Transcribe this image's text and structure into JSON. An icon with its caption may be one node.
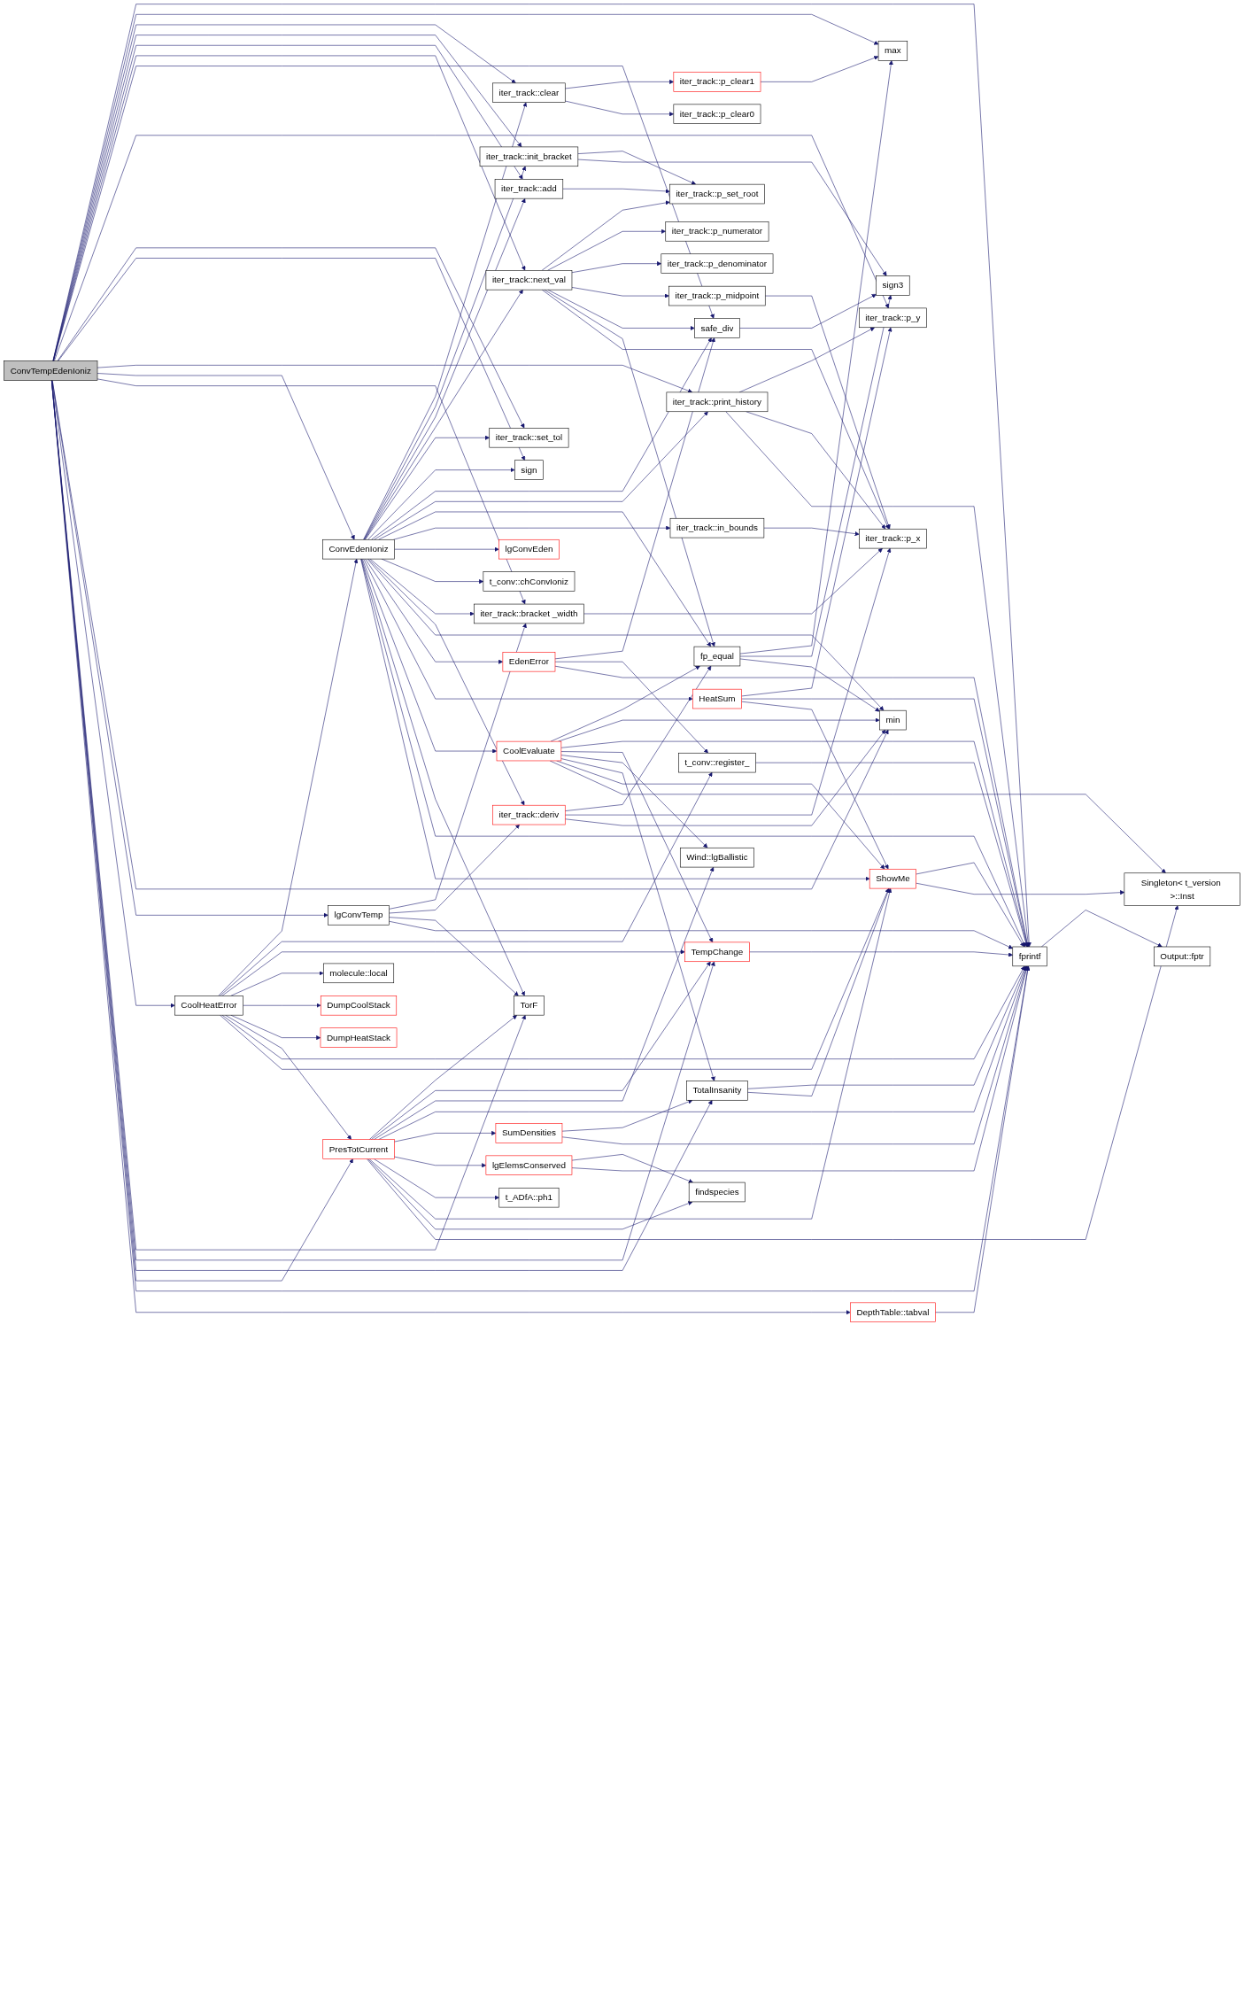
{
  "diagram": {
    "nodes": [
      {
        "text": [
          "ConvTempEdenIoniz"
        ]
      },
      {
        "text": [
          "ConvEdenIoniz"
        ]
      },
      {
        "text": [
          "lgConvTemp"
        ]
      },
      {
        "text": [
          "CoolHeatError"
        ]
      },
      {
        "text": [
          "PresTotCurrent"
        ]
      },
      {
        "text": [
          "DepthTable::tabval"
        ]
      },
      {
        "text": [
          "iter_track::clear"
        ]
      },
      {
        "text": [
          "iter_track::init_bracket"
        ]
      },
      {
        "text": [
          "iter_track::add"
        ]
      },
      {
        "text": [
          "iter_track::next_val"
        ]
      },
      {
        "text": [
          "iter_track::set_tol"
        ]
      },
      {
        "text": [
          "sign"
        ]
      },
      {
        "text": [
          "iter_track::print_history"
        ]
      },
      {
        "text": [
          "lgConvEden"
        ]
      },
      {
        "text": [
          "t_conv::chConvIoniz"
        ]
      },
      {
        "text": [
          "iter_track::bracket _width"
        ]
      },
      {
        "text": [
          "iter_track::deriv"
        ]
      },
      {
        "text": [
          "EdenError"
        ]
      },
      {
        "text": [
          "HeatSum"
        ]
      },
      {
        "text": [
          "CoolEvaluate"
        ]
      },
      {
        "text": [
          "molecule::local"
        ]
      },
      {
        "text": [
          "DumpCoolStack"
        ]
      },
      {
        "text": [
          "DumpHeatStack"
        ]
      },
      {
        "text": [
          "TorF"
        ]
      },
      {
        "text": [
          "SumDensities"
        ]
      },
      {
        "text": [
          "lgElemsConserved"
        ]
      },
      {
        "text": [
          "t_ADfA::ph1"
        ]
      },
      {
        "text": [
          "iter_track::p_clear1"
        ]
      },
      {
        "text": [
          "iter_track::p_clear0"
        ]
      },
      {
        "text": [
          "iter_track::p_set_root"
        ]
      },
      {
        "text": [
          "iter_track::p_numerator"
        ]
      },
      {
        "text": [
          "iter_track::p_denominator"
        ]
      },
      {
        "text": [
          "iter_track::p_midpoint"
        ]
      },
      {
        "text": [
          "safe_div"
        ]
      },
      {
        "text": [
          "iter_track::p_y"
        ]
      },
      {
        "text": [
          "fp_equal"
        ]
      },
      {
        "text": [
          "iter_track::in_bounds"
        ]
      },
      {
        "text": [
          "t_conv::register_"
        ]
      },
      {
        "text": [
          "TempChange"
        ]
      },
      {
        "text": [
          "Wind::lgBallistic"
        ]
      },
      {
        "text": [
          "TotalInsanity"
        ]
      },
      {
        "text": [
          "findspecies"
        ]
      },
      {
        "text": [
          "max"
        ]
      },
      {
        "text": [
          "sign3"
        ]
      },
      {
        "text": [
          "iter_track::p_x"
        ]
      },
      {
        "text": [
          "min"
        ]
      },
      {
        "text": [
          "ShowMe"
        ]
      },
      {
        "text": [
          "fprintf"
        ]
      },
      {
        "text": [
          "Singleton< t_version >::Inst"
        ]
      },
      {
        "text": [
          "Output::fptr"
        ]
      }
    ],
    "edges": [
      {
        "from": 0,
        "to": 47,
        "arrow": "to"
      },
      {
        "from": 0,
        "to": 42,
        "arrow": "to"
      },
      {
        "from": 0,
        "to": 6,
        "arrow": "to"
      },
      {
        "from": 0,
        "to": 7,
        "arrow": "to"
      },
      {
        "from": 0,
        "to": 8,
        "arrow": "to"
      },
      {
        "from": 0,
        "to": 9,
        "arrow": "to"
      },
      {
        "from": 0,
        "to": 33,
        "arrow": "to"
      },
      {
        "from": 0,
        "to": 34,
        "arrow": "to"
      },
      {
        "from": 0,
        "to": 10,
        "arrow": "to"
      },
      {
        "from": 0,
        "to": 11,
        "arrow": "to"
      },
      {
        "from": 0,
        "to": 12,
        "arrow": "to"
      },
      {
        "from": 0,
        "to": 1,
        "arrow": "to"
      },
      {
        "from": 0,
        "to": 15,
        "arrow": "to"
      },
      {
        "from": 0,
        "to": 45,
        "arrow": "to"
      },
      {
        "from": 0,
        "to": 2,
        "arrow": "to"
      },
      {
        "from": 0,
        "to": 3,
        "arrow": "to"
      },
      {
        "from": 0,
        "to": 23,
        "arrow": "to"
      },
      {
        "from": 0,
        "to": 38,
        "arrow": "to"
      },
      {
        "from": 0,
        "to": 40,
        "arrow": "to"
      },
      {
        "from": 0,
        "to": 4,
        "arrow": "to"
      },
      {
        "from": 0,
        "to": 47,
        "arrow": "to"
      },
      {
        "from": 0,
        "to": 5,
        "arrow": "to"
      },
      {
        "from": 1,
        "to": 6,
        "arrow": "to"
      },
      {
        "from": 1,
        "to": 7,
        "arrow": "to"
      },
      {
        "from": 1,
        "to": 8,
        "arrow": "to"
      },
      {
        "from": 1,
        "to": 9,
        "arrow": "to"
      },
      {
        "from": 1,
        "to": 10,
        "arrow": "to"
      },
      {
        "from": 1,
        "to": 11,
        "arrow": "to"
      },
      {
        "from": 1,
        "to": 33,
        "arrow": "to"
      },
      {
        "from": 1,
        "to": 12,
        "arrow": "to"
      },
      {
        "from": 1,
        "to": 35,
        "arrow": "to"
      },
      {
        "from": 1,
        "to": 36,
        "arrow": "to"
      },
      {
        "from": 1,
        "to": 13,
        "arrow": "to"
      },
      {
        "from": 1,
        "to": 14,
        "arrow": "to"
      },
      {
        "from": 1,
        "to": 15,
        "arrow": "to"
      },
      {
        "from": 1,
        "to": 16,
        "arrow": "to"
      },
      {
        "from": 1,
        "to": 45,
        "arrow": "to"
      },
      {
        "from": 1,
        "to": 17,
        "arrow": "to"
      },
      {
        "from": 1,
        "to": 18,
        "arrow": "to"
      },
      {
        "from": 1,
        "to": 19,
        "arrow": "to"
      },
      {
        "from": 1,
        "to": 23,
        "arrow": "to"
      },
      {
        "from": 1,
        "to": 47,
        "arrow": "to"
      },
      {
        "from": 1,
        "to": 46,
        "arrow": "to"
      },
      {
        "from": 2,
        "to": 15,
        "arrow": "to"
      },
      {
        "from": 2,
        "to": 16,
        "arrow": "to"
      },
      {
        "from": 2,
        "to": 23,
        "arrow": "to"
      },
      {
        "from": 2,
        "to": 47,
        "arrow": "to"
      },
      {
        "from": 3,
        "to": 1,
        "arrow": "to"
      },
      {
        "from": 3,
        "to": 37,
        "arrow": "to"
      },
      {
        "from": 3,
        "to": 38,
        "arrow": "to"
      },
      {
        "from": 3,
        "to": 20,
        "arrow": "to"
      },
      {
        "from": 3,
        "to": 21,
        "arrow": "to"
      },
      {
        "from": 3,
        "to": 22,
        "arrow": "to"
      },
      {
        "from": 3,
        "to": 4,
        "arrow": "to"
      },
      {
        "from": 3,
        "to": 47,
        "arrow": "to"
      },
      {
        "from": 3,
        "to": 46,
        "arrow": "to"
      },
      {
        "from": 4,
        "to": 23,
        "arrow": "to"
      },
      {
        "from": 4,
        "to": 38,
        "arrow": "to"
      },
      {
        "from": 4,
        "to": 39,
        "arrow": "to"
      },
      {
        "from": 4,
        "to": 47,
        "arrow": "to"
      },
      {
        "from": 4,
        "to": 24,
        "arrow": "to"
      },
      {
        "from": 4,
        "to": 25,
        "arrow": "to"
      },
      {
        "from": 4,
        "to": 26,
        "arrow": "to"
      },
      {
        "from": 4,
        "to": 46,
        "arrow": "to"
      },
      {
        "from": 4,
        "to": 41,
        "arrow": "to"
      },
      {
        "from": 4,
        "to": 48,
        "arrow": "to"
      },
      {
        "from": 5,
        "to": 47,
        "arrow": "to"
      },
      {
        "from": 6,
        "to": 27,
        "arrow": "to"
      },
      {
        "from": 6,
        "to": 28,
        "arrow": "to"
      },
      {
        "from": 27,
        "to": 42,
        "arrow": "to"
      },
      {
        "from": 7,
        "to": 29,
        "arrow": "to"
      },
      {
        "from": 7,
        "to": 43,
        "arrow": "to"
      },
      {
        "from": 8,
        "to": 29,
        "arrow": "to"
      },
      {
        "from": 9,
        "to": 29,
        "arrow": "to"
      },
      {
        "from": 9,
        "to": 30,
        "arrow": "to"
      },
      {
        "from": 9,
        "to": 31,
        "arrow": "to"
      },
      {
        "from": 9,
        "to": 32,
        "arrow": "to"
      },
      {
        "from": 9,
        "to": 33,
        "arrow": "to"
      },
      {
        "from": 9,
        "to": 35,
        "arrow": "to"
      },
      {
        "from": 9,
        "to": 44,
        "arrow": "to"
      },
      {
        "from": 12,
        "to": 34,
        "arrow": "to"
      },
      {
        "from": 12,
        "to": 44,
        "arrow": "to"
      },
      {
        "from": 12,
        "to": 47,
        "arrow": "to"
      },
      {
        "from": 15,
        "to": 44,
        "arrow": "to"
      },
      {
        "from": 16,
        "to": 35,
        "arrow": "to"
      },
      {
        "from": 16,
        "to": 44,
        "arrow": "to"
      },
      {
        "from": 16,
        "to": 45,
        "arrow": "to"
      },
      {
        "from": 17,
        "to": 33,
        "arrow": "to"
      },
      {
        "from": 17,
        "to": 37,
        "arrow": "to"
      },
      {
        "from": 17,
        "to": 47,
        "arrow": "to"
      },
      {
        "from": 18,
        "to": 34,
        "arrow": "to"
      },
      {
        "from": 18,
        "to": 47,
        "arrow": "to"
      },
      {
        "from": 18,
        "to": 46,
        "arrow": "to"
      },
      {
        "from": 19,
        "to": 35,
        "arrow": "to"
      },
      {
        "from": 19,
        "to": 45,
        "arrow": "to"
      },
      {
        "from": 19,
        "to": 47,
        "arrow": "to"
      },
      {
        "from": 19,
        "to": 38,
        "arrow": "to"
      },
      {
        "from": 19,
        "to": 39,
        "arrow": "to"
      },
      {
        "from": 19,
        "to": 40,
        "arrow": "to"
      },
      {
        "from": 19,
        "to": 46,
        "arrow": "to"
      },
      {
        "from": 19,
        "to": 48,
        "arrow": "to"
      },
      {
        "from": 33,
        "to": 43,
        "arrow": "to"
      },
      {
        "from": 32,
        "to": 44,
        "arrow": "to"
      },
      {
        "from": 35,
        "to": 42,
        "arrow": "to"
      },
      {
        "from": 35,
        "to": 43,
        "arrow": "to"
      },
      {
        "from": 35,
        "to": 45,
        "arrow": "to"
      },
      {
        "from": 36,
        "to": 44,
        "arrow": "to"
      },
      {
        "from": 37,
        "to": 47,
        "arrow": "to"
      },
      {
        "from": 38,
        "to": 47,
        "arrow": "to"
      },
      {
        "from": 24,
        "to": 40,
        "arrow": "to"
      },
      {
        "from": 24,
        "to": 47,
        "arrow": "to"
      },
      {
        "from": 40,
        "to": 47,
        "arrow": "to"
      },
      {
        "from": 40,
        "to": 46,
        "arrow": "to"
      },
      {
        "from": 25,
        "to": 41,
        "arrow": "to"
      },
      {
        "from": 25,
        "to": 47,
        "arrow": "to"
      },
      {
        "from": 46,
        "to": 47,
        "arrow": "to"
      },
      {
        "from": 46,
        "to": 48,
        "arrow": "to"
      },
      {
        "from": 47,
        "to": 49,
        "arrow": "to"
      }
    ]
  }
}
